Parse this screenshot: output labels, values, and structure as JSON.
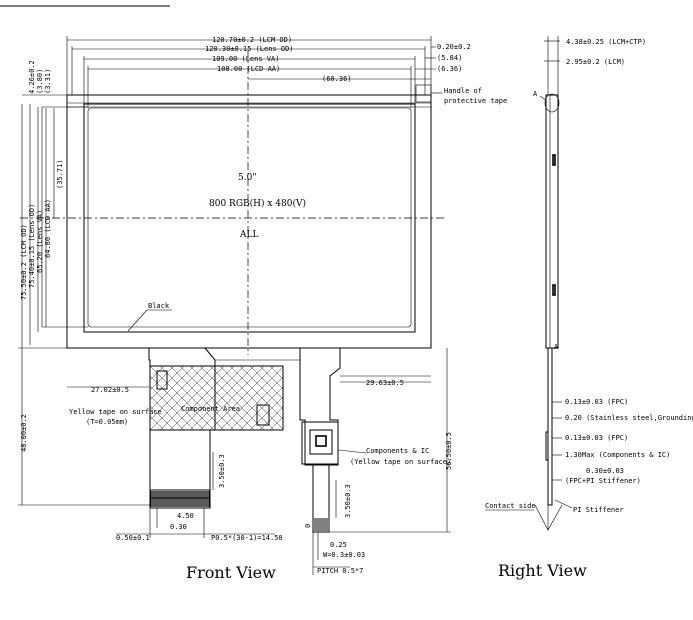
{
  "front": {
    "view_label": "Front View",
    "width_dims": [
      {
        "key": "lcm",
        "text": "120.70±0.2 (LCM OD)"
      },
      {
        "key": "lens_od",
        "text": "120.30±0.15 (Lens OD)"
      },
      {
        "key": "lens_va",
        "text": "109.00 (Lens VA)"
      },
      {
        "key": "lcd_aa",
        "text": "108.00 (LCD AA)"
      },
      {
        "key": "half",
        "text": "(60.36)"
      }
    ],
    "right_offsets": [
      "0.20±0.2",
      "(5.84)",
      "(6.36)"
    ],
    "left_offsets": [
      "4.26±0.2",
      "(3.80)",
      "(3.31)"
    ],
    "height_dims": [
      {
        "key": "lcm",
        "text": "75.50±0.2 (LCM OD)"
      },
      {
        "key": "lens_od",
        "text": "75.40±0.15 (Lens OD)"
      },
      {
        "key": "lens_va",
        "text": "65.20 (Lens VA)"
      },
      {
        "key": "lcd_aa",
        "text": "64.80 (LCD AA)"
      },
      {
        "key": "half",
        "text": "(35.71)"
      }
    ],
    "panel_size": "5.0\"",
    "resolution": "800 RGB(H) x 480(V)",
    "aa_label": "ALL",
    "handle_note": [
      "Handle of",
      "protective tape"
    ],
    "black_label": "Black",
    "fpc": {
      "dim_left": "27.02±0.5",
      "dim_right": "29.63±0.5",
      "total_height": "48.00±0.2",
      "fpc_height": "56.50±0.5",
      "stiffener_len": "3.50±0.3",
      "tail_len": "3.50±0.3",
      "small_a": "4.50",
      "small_b": "0.30",
      "pitch_left": "0.50±0.1",
      "pitch_main": "P0.5*(30-1)=14.50",
      "yellow_tape": "Yellow tape on surface",
      "tape_thickness": "(T=0.05mm)",
      "component_area": "Component Area",
      "components_ic": "Components & IC",
      "components_ic_note": "(Yellow tape on surface)",
      "tail_b": "0.25",
      "tail_w": "W=0.3±0.03",
      "tail_pitch": "PITCH 0.5*7",
      "tail_label_0": "0"
    }
  },
  "right": {
    "view_label": "Right View",
    "dims": [
      "4.38±0.25 (LCM+CTP)",
      "2.95±0.2 (LCM)"
    ],
    "callout": "A",
    "stack": [
      "0.13±0.03 (FPC)",
      "0.20 (Stainless steel,Grounding)",
      "0.13±0.03 (FPC)",
      "1.30Max (Components & IC)",
      "0.30±0.03",
      "(FPC+PI Stiffener)"
    ],
    "contact_side": "Contact side",
    "pi_stiffener": "PI Stiffener"
  }
}
